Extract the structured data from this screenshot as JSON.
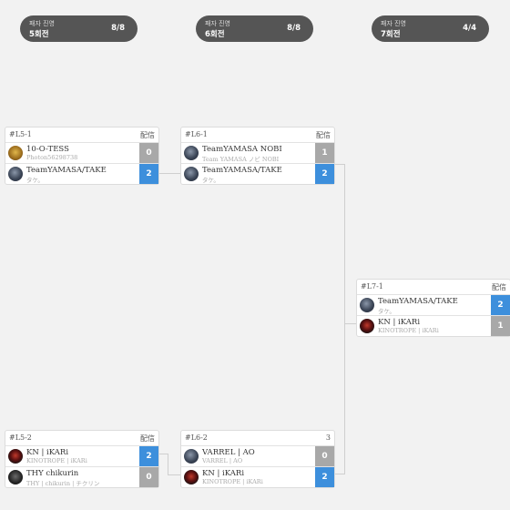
{
  "rounds": [
    {
      "sub": "패자 진영",
      "name": "5회전",
      "count": "8/8"
    },
    {
      "sub": "패자 진영",
      "name": "6회전",
      "count": "8/8"
    },
    {
      "sub": "패자 진영",
      "name": "7회전",
      "count": "4/4"
    }
  ],
  "matches": {
    "l5_1": {
      "id": "#L5-1",
      "stream": "配信",
      "p1": {
        "name": "10-O-TESS",
        "tag": "Photon56298738",
        "score": "0"
      },
      "p2": {
        "name": "TeamYAMASA/TAKE",
        "tag": "タケ。",
        "score": "2"
      }
    },
    "l6_1": {
      "id": "#L6-1",
      "stream": "配信",
      "p1": {
        "name": "TeamYAMASA NOBI",
        "tag": "Team YAMASA ノビ NOBI",
        "score": "1"
      },
      "p2": {
        "name": "TeamYAMASA/TAKE",
        "tag": "タケ。",
        "score": "2"
      }
    },
    "l7_1": {
      "id": "#L7-1",
      "stream": "配信",
      "p1": {
        "name": "TeamYAMASA/TAKE",
        "tag": "タケ。",
        "score": "2"
      },
      "p2": {
        "name": "KN | iKARi",
        "tag": "KINOTROPE | iKARi",
        "score": "1"
      }
    },
    "l5_2": {
      "id": "#L5-2",
      "stream": "配信",
      "p1": {
        "name": "KN | iKARi",
        "tag": "KINOTROPE | iKARi",
        "score": "2"
      },
      "p2": {
        "name": "THY chikurin",
        "tag": "THY | chikurin | チクリン",
        "score": "0"
      }
    },
    "l6_2": {
      "id": "#L6-2",
      "stream": "3",
      "p1": {
        "name": "VARREL | AO",
        "tag": "VARREL | AO",
        "score": "0"
      },
      "p2": {
        "name": "KN | iKARi",
        "tag": "KINOTROPE | iKARi",
        "score": "2"
      }
    }
  },
  "colors": {
    "win": "#3d8fdc",
    "lose": "#a8a8a8",
    "pill": "#555555"
  }
}
